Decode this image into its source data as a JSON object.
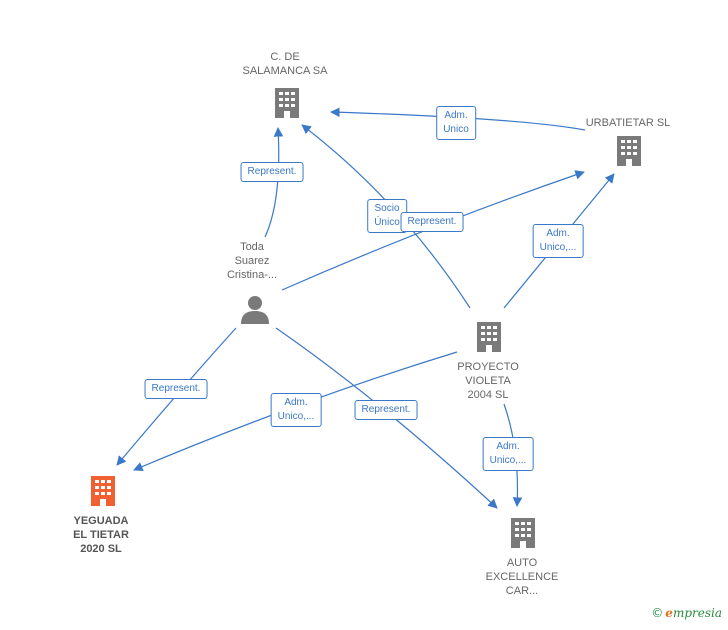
{
  "colors": {
    "edge": "#3a78c8",
    "company_icon": "#7a7a7a",
    "highlight_icon": "#f06030",
    "person_icon": "#7a7a7a"
  },
  "nodes": {
    "c_salamanca": {
      "label": "C.  DE\nSALAMANCA SA",
      "icon": "building-icon"
    },
    "urbatietar": {
      "label": "URBATIETAR SL",
      "icon": "building-icon"
    },
    "toda_suarez": {
      "label": "Toda\nSuarez\nCristina-...",
      "icon": "person-icon"
    },
    "proyecto_violeta": {
      "label": "PROYECTO\nVIOLETA\n2004 SL",
      "icon": "building-icon"
    },
    "yeguada": {
      "label": "YEGUADA\nEL TIETAR\n2020  SL",
      "icon": "building-icon"
    },
    "auto_excellence": {
      "label": "AUTO\nEXCELLENCE\nCAR...",
      "icon": "building-icon"
    }
  },
  "edges": [
    {
      "from": "urbatietar",
      "to": "c_salamanca",
      "label": "Adm.\nUnico"
    },
    {
      "from": "toda_suarez",
      "to": "c_salamanca",
      "label": "Represent."
    },
    {
      "from": "proyecto_violeta",
      "to": "c_salamanca",
      "label": "Socio\nÚnico"
    },
    {
      "from": "toda_suarez",
      "to": "urbatietar",
      "label": "Represent."
    },
    {
      "from": "proyecto_violeta",
      "to": "urbatietar",
      "label": "Adm.\nUnico,..."
    },
    {
      "from": "toda_suarez",
      "to": "yeguada",
      "label": "Represent."
    },
    {
      "from": "proyecto_violeta",
      "to": "yeguada",
      "label": "Adm.\nUnico,..."
    },
    {
      "from": "toda_suarez",
      "to": "auto_excellence",
      "label": "Represent."
    },
    {
      "from": "proyecto_violeta",
      "to": "auto_excellence",
      "label": "Adm.\nUnico,..."
    }
  ],
  "brand": {
    "copyright": "©",
    "name_initial": "e",
    "name_rest": "mpresia"
  }
}
